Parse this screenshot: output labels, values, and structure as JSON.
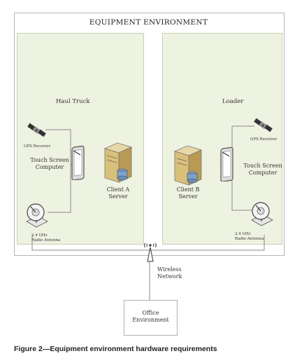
{
  "title": "EQUIPMENT ENVIRONMENT",
  "left_panel": {
    "name": "Haul Truck",
    "gps": "GPS Receiver",
    "touch_line1": "Touch Screen",
    "touch_line2": "Computer",
    "server_line1": "Client A",
    "server_line2": "Server",
    "antenna_line1": "2.4 GHz",
    "antenna_line2": "Radio Antenna"
  },
  "right_panel": {
    "name": "Loader",
    "gps": "GPS Receiver",
    "touch_line1": "Touch Screen",
    "touch_line2": "Computer",
    "server_line1": "Client B",
    "server_line2": "Server",
    "antenna_line1": "2.4 GHz",
    "antenna_line2": "Radio Antenna"
  },
  "network_line1": "Wireless",
  "network_line2": "Network",
  "office_line1": "Office",
  "office_line2": "Environment",
  "caption": "Figure 2—Equipment environment hardware requirements"
}
